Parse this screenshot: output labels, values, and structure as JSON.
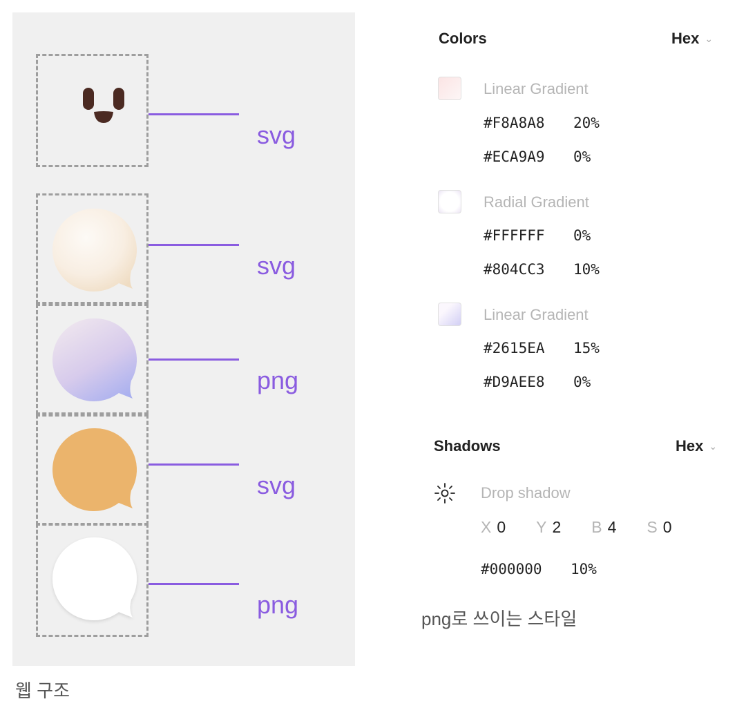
{
  "layers": [
    {
      "label": "svg",
      "content": "face"
    },
    {
      "label": "svg",
      "content": "cream-bubble"
    },
    {
      "label": "png",
      "content": "lavender-gradient-bubble"
    },
    {
      "label": "svg",
      "content": "orange-bubble"
    },
    {
      "label": "png",
      "content": "white-shadow-bubble"
    }
  ],
  "captions": {
    "left": "웹 구조",
    "right": "png로 쓰이는 스타일"
  },
  "colors": {
    "title": "Colors",
    "format": "Hex",
    "fills": [
      {
        "type": "Linear Gradient",
        "stops": [
          {
            "hex": "#F8A8A8",
            "pct": "20%"
          },
          {
            "hex": "#ECA9A9",
            "pct": "0%"
          }
        ]
      },
      {
        "type": "Radial Gradient",
        "stops": [
          {
            "hex": "#FFFFFF",
            "pct": "0%"
          },
          {
            "hex": "#804CC3",
            "pct": "10%"
          }
        ]
      },
      {
        "type": "Linear Gradient",
        "stops": [
          {
            "hex": "#2615EA",
            "pct": "15%"
          },
          {
            "hex": "#D9AEE8",
            "pct": "0%"
          }
        ]
      }
    ]
  },
  "shadows": {
    "title": "Shadows",
    "format": "Hex",
    "type": "Drop shadow",
    "x_key": "X",
    "x": "0",
    "y_key": "Y",
    "y": "2",
    "b_key": "B",
    "b": "4",
    "s_key": "S",
    "s": "0",
    "hex": "#000000",
    "pct": "10%"
  },
  "accent_color": "#8a5ce0",
  "icons": [
    "chevron-down-icon",
    "sun-icon"
  ]
}
